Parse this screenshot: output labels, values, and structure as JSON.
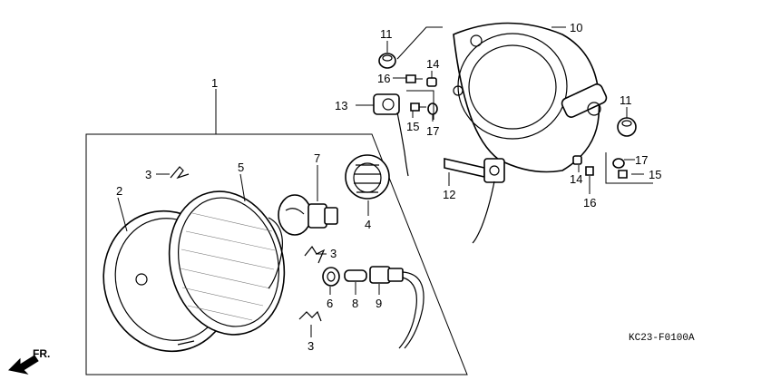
{
  "diagram": {
    "code": "KC23-F0100A",
    "direction_label": "FR.",
    "callouts": [
      {
        "id": "c1",
        "text": "1"
      },
      {
        "id": "c2",
        "text": "2"
      },
      {
        "id": "c3a",
        "text": "3"
      },
      {
        "id": "c3b",
        "text": "3"
      },
      {
        "id": "c3c",
        "text": "3"
      },
      {
        "id": "c4",
        "text": "4"
      },
      {
        "id": "c5",
        "text": "5"
      },
      {
        "id": "c6",
        "text": "6"
      },
      {
        "id": "c7",
        "text": "7"
      },
      {
        "id": "c8",
        "text": "8"
      },
      {
        "id": "c9",
        "text": "9"
      },
      {
        "id": "c10",
        "text": "10"
      },
      {
        "id": "c11a",
        "text": "11"
      },
      {
        "id": "c11b",
        "text": "11"
      },
      {
        "id": "c12",
        "text": "12"
      },
      {
        "id": "c13",
        "text": "13"
      },
      {
        "id": "c14a",
        "text": "14"
      },
      {
        "id": "c14b",
        "text": "14"
      },
      {
        "id": "c15a",
        "text": "15"
      },
      {
        "id": "c15b",
        "text": "15"
      },
      {
        "id": "c16a",
        "text": "16"
      },
      {
        "id": "c16b",
        "text": "16"
      },
      {
        "id": "c17a",
        "text": "17"
      },
      {
        "id": "c17b",
        "text": "17"
      }
    ]
  }
}
